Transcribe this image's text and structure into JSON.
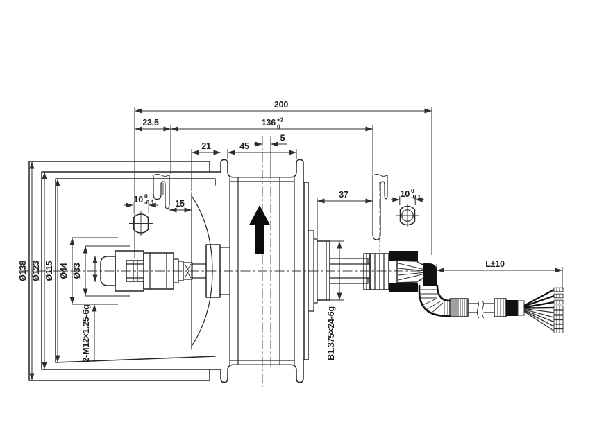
{
  "colors": {
    "background": "#ffffff",
    "line": "#262626",
    "dim_line": "#2e2e2e",
    "black_fill": "#111111"
  },
  "drawing": {
    "title": "hub motor side-view engineering drawing",
    "dims": {
      "d200": "200",
      "d23_5": "23.5",
      "d136": "136",
      "d136_tol_up": "+2",
      "d136_tol_dn": "0",
      "d5": "5",
      "d21": "21",
      "d45": "45",
      "d15": "15",
      "d37": "37",
      "dL": "L±10"
    },
    "flats_left": {
      "main": "10",
      "tol_up": "0",
      "tol_dn": "-0.1"
    },
    "flats_right": {
      "main": "10",
      "tol_up": "0",
      "tol_dn": "-0.1"
    },
    "diameters": {
      "d138": "Ø138",
      "d123": "Ø123",
      "d115": "Ø115",
      "d44": "Ø44",
      "d33": "Ø33"
    },
    "threads": {
      "axle": "2-M12×1.25-6g",
      "freewheel": "B1.375×24-6g"
    },
    "symbols": {
      "rotation_arrow": "up-arrow"
    }
  }
}
